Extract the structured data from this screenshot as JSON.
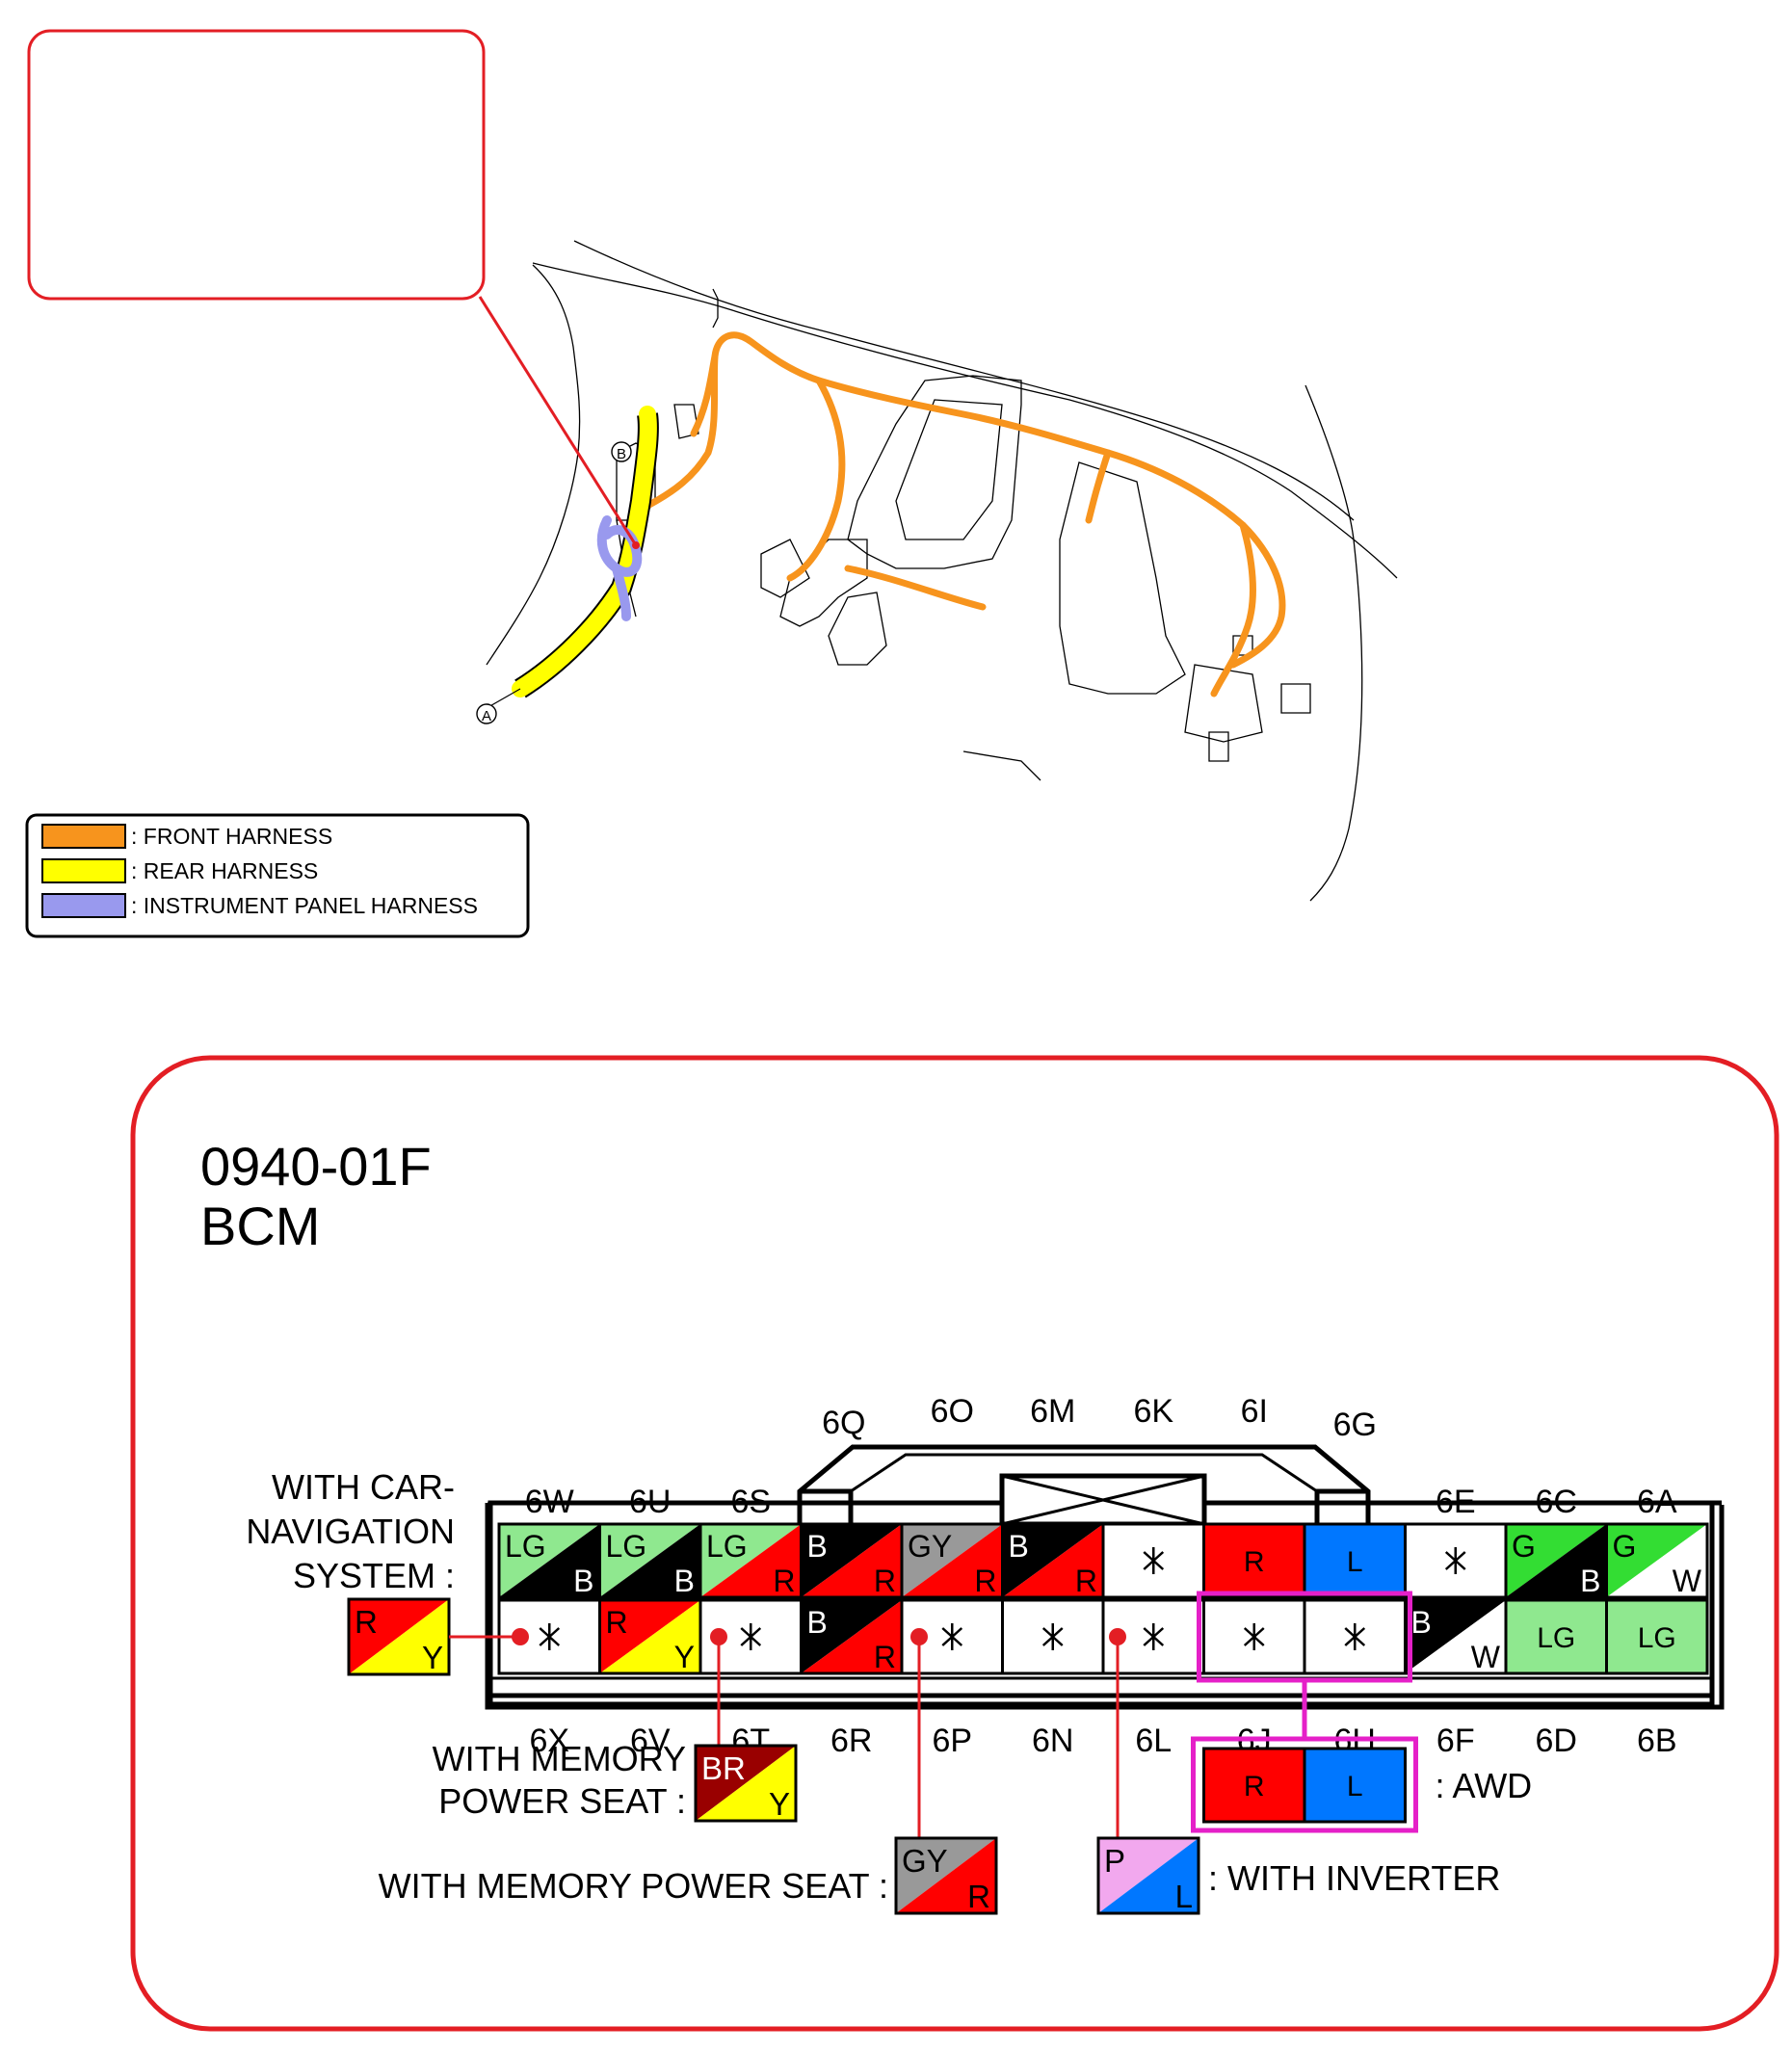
{
  "header": {
    "code": "0940-01F",
    "name": "BCM"
  },
  "legend": [
    {
      "label": ": FRONT HARNESS",
      "color": "#f7941d"
    },
    {
      "label": ": REAR HARNESS",
      "color": "#ffff00"
    },
    {
      "label": ": INSTRUMENT PANEL HARNESS",
      "color": "#9999ee"
    }
  ],
  "callouts": {
    "a": "A",
    "b": "B"
  },
  "pins": {
    "top": [
      {
        "id": "6W",
        "c1": "LG",
        "c2": "B"
      },
      {
        "id": "6U",
        "c1": "LG",
        "c2": "B"
      },
      {
        "id": "6S",
        "c1": "LG",
        "c2": "R"
      },
      {
        "id": "6Q",
        "c1": "B",
        "c2": "R"
      },
      {
        "id": "6O",
        "c1": "GY",
        "c2": "R"
      },
      {
        "id": "6M",
        "c1": "B",
        "c2": "R"
      },
      {
        "id": "6K",
        "c1": "*"
      },
      {
        "id": "6I",
        "c1": "R"
      },
      {
        "id": "6G",
        "c1": "L"
      },
      {
        "id": "6E",
        "c1": "*"
      },
      {
        "id": "6C",
        "c1": "G",
        "c2": "B"
      },
      {
        "id": "6A",
        "c1": "G",
        "c2": "W"
      }
    ],
    "bottom": [
      {
        "id": "6X",
        "c1": "*"
      },
      {
        "id": "6V",
        "c1": "R",
        "c2": "Y"
      },
      {
        "id": "6T",
        "c1": "*"
      },
      {
        "id": "6R",
        "c1": "B",
        "c2": "R"
      },
      {
        "id": "6P",
        "c1": "*"
      },
      {
        "id": "6N",
        "c1": "*"
      },
      {
        "id": "6L",
        "c1": "*"
      },
      {
        "id": "6J",
        "c1": "*"
      },
      {
        "id": "6H",
        "c1": "*"
      },
      {
        "id": "6F",
        "c1": "B",
        "c2": "W"
      },
      {
        "id": "6D",
        "c1": "LG"
      },
      {
        "id": "6B",
        "c1": "LG"
      }
    ]
  },
  "options": {
    "car_nav": {
      "label_lines": [
        "WITH CAR-",
        "NAVIGATION",
        "SYSTEM :"
      ],
      "c1": "R",
      "c2": "Y"
    },
    "mem_seat_1": {
      "label_lines": [
        "WITH MEMORY",
        "POWER SEAT :"
      ],
      "c1": "BR",
      "c2": "Y"
    },
    "mem_seat_2": {
      "label": "WITH MEMORY POWER SEAT :",
      "c1": "GY",
      "c2": "R"
    },
    "inverter": {
      "label": ": WITH INVERTER",
      "c1": "P",
      "c2": "L"
    },
    "awd": {
      "label": ": AWD",
      "pins": [
        "R",
        "L"
      ]
    }
  },
  "colors": {
    "frame": "#e31e24",
    "highlight": "#e520c8",
    "wire": {
      "LG": "#8fe88f",
      "B": "#000000",
      "R": "#ff0000",
      "GY": "#999999",
      "L": "#0077ff",
      "G": "#33dd33",
      "W": "#ffffff",
      "Y": "#ffff00",
      "BR": "#990000",
      "P": "#f2a8ee"
    }
  }
}
